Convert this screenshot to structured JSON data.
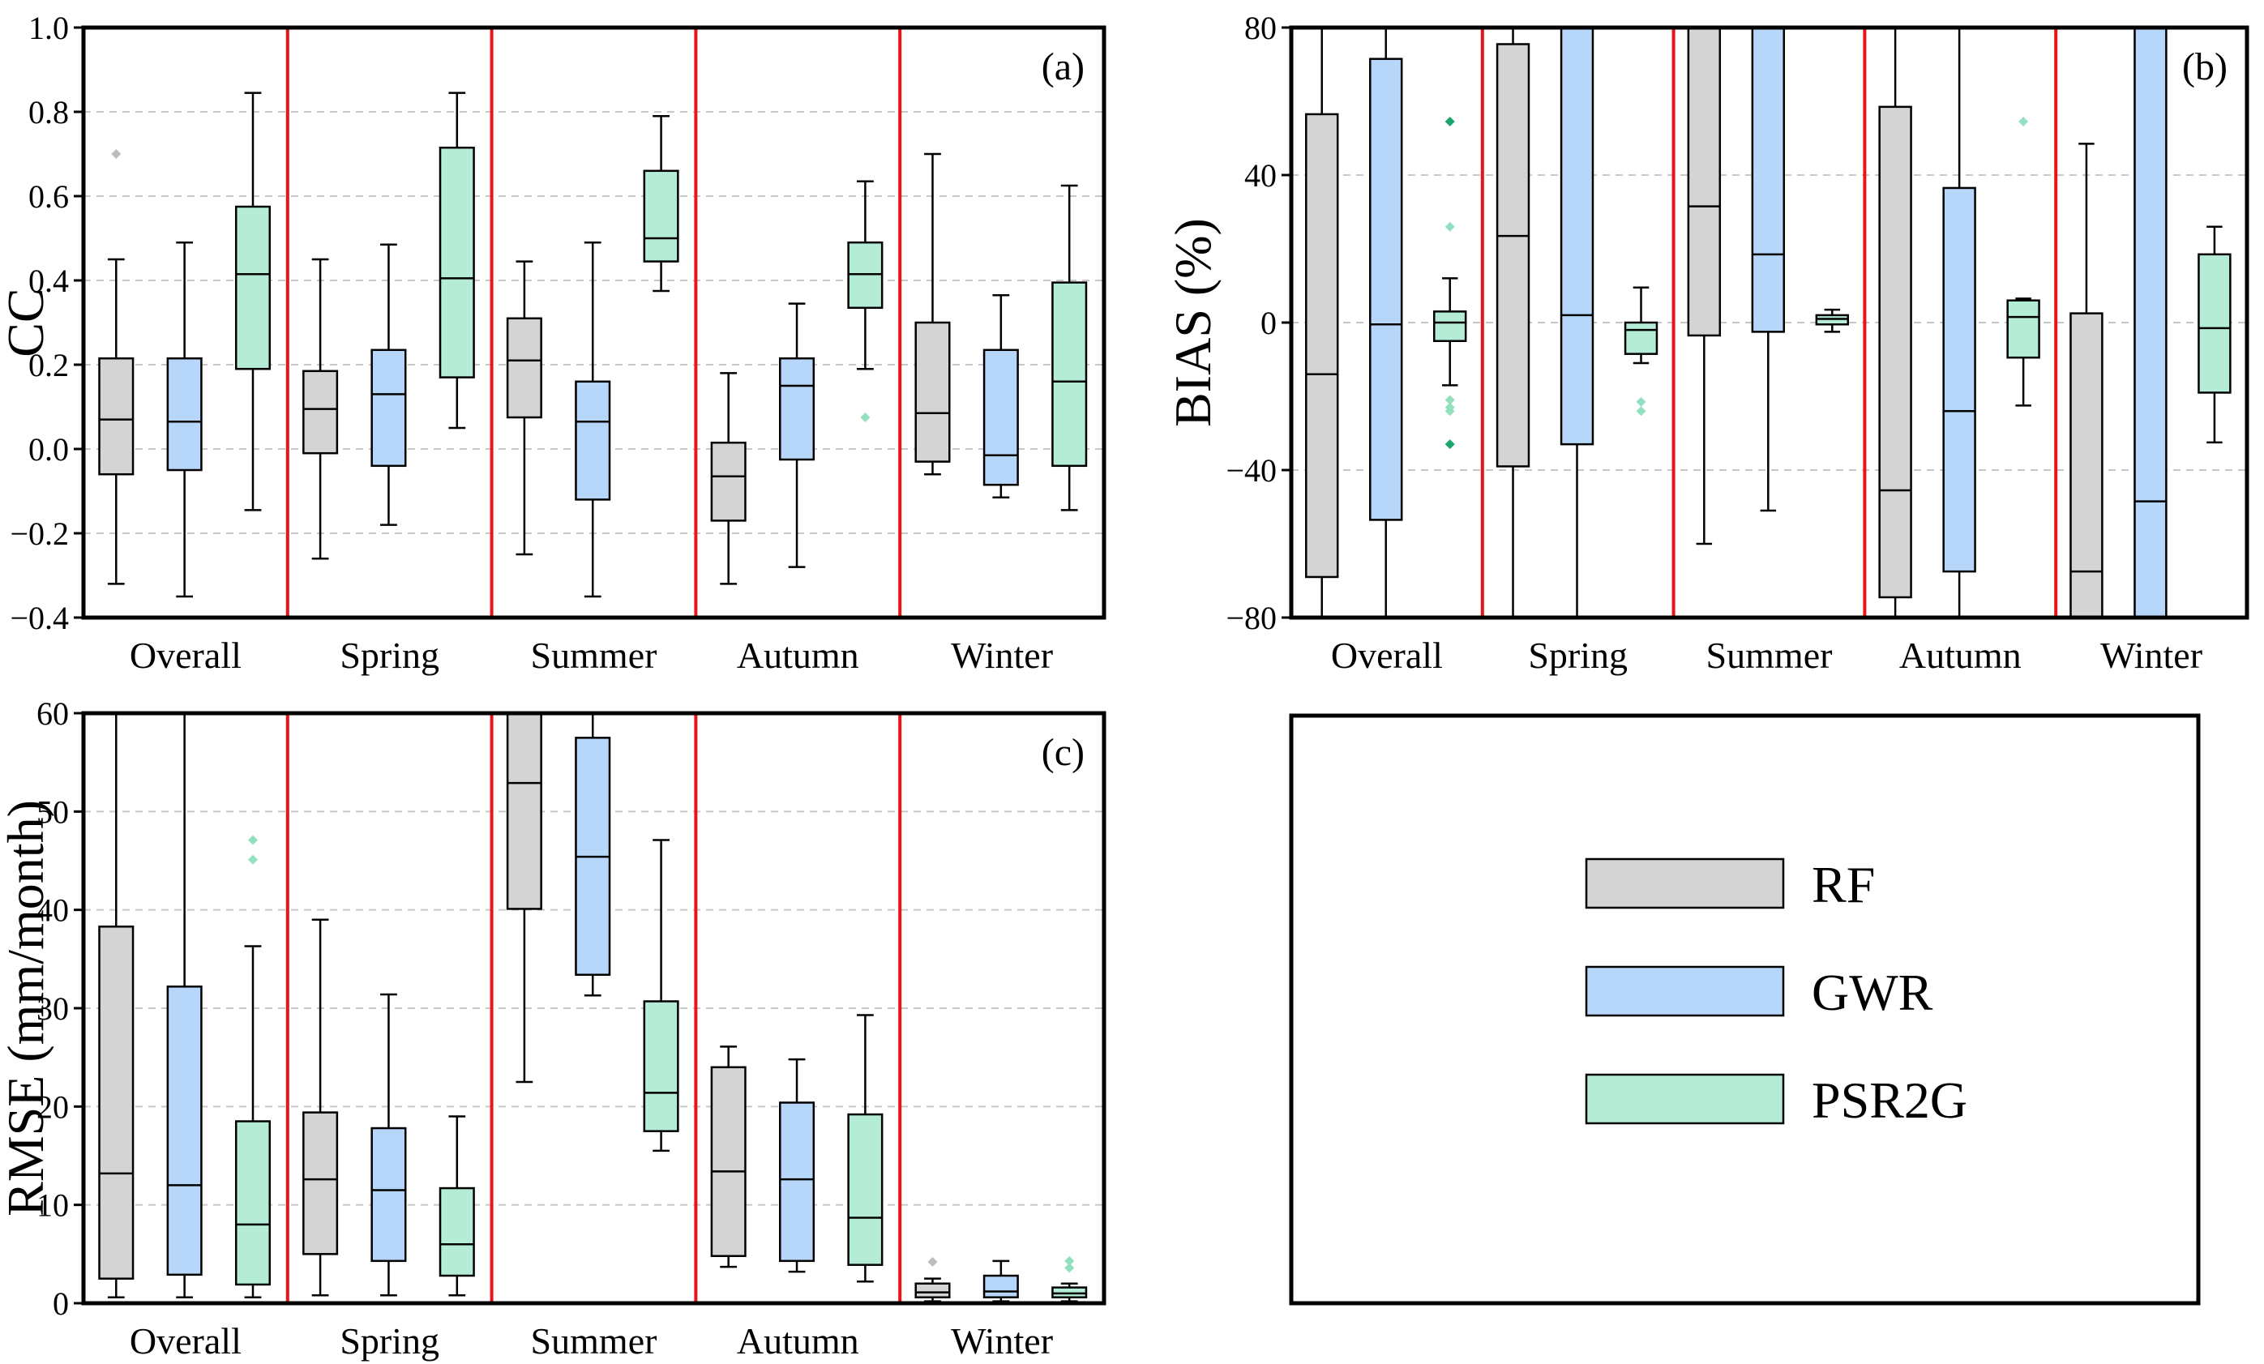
{
  "colors": {
    "RF": "#d4d4d4",
    "GWR": "#b7d7fa",
    "PSR2G": "#b4ecd6",
    "separator": "#e8141a",
    "grid": "#c8c8c8",
    "outlier_RF": "#bdbdbd",
    "outlier_GWR": "#9cc6f2",
    "outlier_PSR2G": "#92e0c0",
    "outlier_PSR2G_dark": "#1aa66a"
  },
  "legend": {
    "items": [
      {
        "key": "RF",
        "label": "RF"
      },
      {
        "key": "GWR",
        "label": "GWR"
      },
      {
        "key": "PSR2G",
        "label": "PSR2G"
      }
    ]
  },
  "chart_data": [
    {
      "id": "a",
      "type": "box",
      "panel_label": "(a)",
      "ylabel": "CC",
      "ylim": [
        -0.4,
        1.0
      ],
      "yticks": [
        -0.4,
        -0.2,
        0.0,
        0.2,
        0.4,
        0.6,
        0.8,
        1.0
      ],
      "ytick_labels": [
        "−0.4",
        "−0.2",
        "0.0",
        "0.2",
        "0.4",
        "0.6",
        "0.8",
        "1.0"
      ],
      "grid": "dashed horizontal",
      "categories": [
        "Overall",
        "Spring",
        "Summer",
        "Autumn",
        "Winter"
      ],
      "series": [
        {
          "name": "RF",
          "boxes": [
            {
              "min": -0.32,
              "q1": -0.06,
              "median": 0.07,
              "q3": 0.215,
              "max": 0.45,
              "outliers": [
                0.7
              ]
            },
            {
              "min": -0.26,
              "q1": -0.01,
              "median": 0.095,
              "q3": 0.185,
              "max": 0.45,
              "outliers": []
            },
            {
              "min": -0.25,
              "q1": 0.075,
              "median": 0.21,
              "q3": 0.31,
              "max": 0.445,
              "outliers": []
            },
            {
              "min": -0.32,
              "q1": -0.17,
              "median": -0.065,
              "q3": 0.015,
              "max": 0.18,
              "outliers": []
            },
            {
              "min": -0.06,
              "q1": -0.03,
              "median": 0.085,
              "q3": 0.3,
              "max": 0.7,
              "outliers": []
            }
          ]
        },
        {
          "name": "GWR",
          "boxes": [
            {
              "min": -0.35,
              "q1": -0.05,
              "median": 0.065,
              "q3": 0.215,
              "max": 0.49,
              "outliers": []
            },
            {
              "min": -0.18,
              "q1": -0.04,
              "median": 0.13,
              "q3": 0.235,
              "max": 0.485,
              "outliers": []
            },
            {
              "min": -0.35,
              "q1": -0.12,
              "median": 0.065,
              "q3": 0.16,
              "max": 0.49,
              "outliers": []
            },
            {
              "min": -0.28,
              "q1": -0.025,
              "median": 0.15,
              "q3": 0.215,
              "max": 0.345,
              "outliers": []
            },
            {
              "min": -0.115,
              "q1": -0.085,
              "median": -0.015,
              "q3": 0.235,
              "max": 0.365,
              "outliers": []
            }
          ]
        },
        {
          "name": "PSR2G",
          "boxes": [
            {
              "min": -0.145,
              "q1": 0.19,
              "median": 0.415,
              "q3": 0.575,
              "max": 0.845,
              "outliers": []
            },
            {
              "min": 0.05,
              "q1": 0.17,
              "median": 0.405,
              "q3": 0.715,
              "max": 0.845,
              "outliers": []
            },
            {
              "min": 0.375,
              "q1": 0.445,
              "median": 0.5,
              "q3": 0.66,
              "max": 0.79,
              "outliers": []
            },
            {
              "min": 0.19,
              "q1": 0.335,
              "median": 0.415,
              "q3": 0.49,
              "max": 0.635,
              "outliers": [
                0.075
              ]
            },
            {
              "min": -0.145,
              "q1": -0.04,
              "median": 0.16,
              "q3": 0.395,
              "max": 0.625,
              "outliers": []
            }
          ]
        }
      ]
    },
    {
      "id": "b",
      "type": "box",
      "panel_label": "(b)",
      "ylabel": "BIAS (%)",
      "ylim": [
        -80,
        80
      ],
      "yticks": [
        -80,
        -40,
        0,
        40,
        80
      ],
      "ytick_labels": [
        "−80",
        "−40",
        "0",
        "40",
        "80"
      ],
      "grid": "dashed horizontal",
      "categories": [
        "Overall",
        "Spring",
        "Summer",
        "Autumn",
        "Winter"
      ],
      "series": [
        {
          "name": "RF",
          "boxes": [
            {
              "min": -80,
              "q1": -69,
              "median": -14,
              "q3": 56.5,
              "max": 80,
              "outliers": []
            },
            {
              "min": -80,
              "q1": -39,
              "median": 23.5,
              "q3": 75.5,
              "max": 80,
              "outliers": []
            },
            {
              "min": -60,
              "q1": -3.5,
              "median": 31.5,
              "q3": 80,
              "max": 80,
              "outliers": []
            },
            {
              "min": -80,
              "q1": -74.5,
              "median": -45.5,
              "q3": 58.5,
              "max": 80,
              "outliers": []
            },
            {
              "min": -80,
              "q1": -80,
              "median": -67.5,
              "q3": 2.5,
              "max": 48.5,
              "outliers": []
            }
          ]
        },
        {
          "name": "GWR",
          "boxes": [
            {
              "min": -80,
              "q1": -53.5,
              "median": -0.5,
              "q3": 71.5,
              "max": 80,
              "outliers": []
            },
            {
              "min": -80,
              "q1": -33,
              "median": 2,
              "q3": 80,
              "max": 80,
              "outliers": []
            },
            {
              "min": -51,
              "q1": -2.5,
              "median": 18.5,
              "q3": 80,
              "max": 80,
              "outliers": []
            },
            {
              "min": -80,
              "q1": -67.5,
              "median": -24,
              "q3": 36.5,
              "max": 80,
              "outliers": []
            },
            {
              "min": -80,
              "q1": -80,
              "median": -48.5,
              "q3": 80,
              "max": 80,
              "outliers": []
            }
          ]
        },
        {
          "name": "PSR2G",
          "boxes": [
            {
              "min": -17,
              "q1": -5,
              "median": 0,
              "q3": 3,
              "max": 12,
              "outliers": [
                54.5,
                26,
                -21,
                -23,
                -24,
                -33
              ]
            },
            {
              "min": -11,
              "q1": -8.5,
              "median": -2,
              "q3": 0,
              "max": 9.5,
              "outliers": [
                -21.5,
                -24
              ]
            },
            {
              "min": -2.5,
              "q1": -0.5,
              "median": 1,
              "q3": 2,
              "max": 3.5,
              "outliers": []
            },
            {
              "min": -22.5,
              "q1": -9.5,
              "median": 1.5,
              "q3": 6,
              "max": 6.5,
              "outliers": [
                54.5
              ]
            },
            {
              "min": -32.5,
              "q1": -19,
              "median": -1.5,
              "q3": 18.5,
              "max": 26,
              "outliers": []
            }
          ]
        }
      ]
    },
    {
      "id": "c",
      "type": "box",
      "panel_label": "(c)",
      "ylabel": "RMSE (mm/month)",
      "ylim": [
        0,
        60
      ],
      "yticks": [
        0,
        10,
        20,
        30,
        40,
        50,
        60
      ],
      "ytick_labels": [
        "0",
        "10",
        "20",
        "30",
        "40",
        "50",
        "60"
      ],
      "grid": "dashed horizontal",
      "categories": [
        "Overall",
        "Spring",
        "Summer",
        "Autumn",
        "Winter"
      ],
      "series": [
        {
          "name": "RF",
          "boxes": [
            {
              "min": 0.6,
              "q1": 2.5,
              "median": 13.2,
              "q3": 38.3,
              "max": 60,
              "outliers": []
            },
            {
              "min": 0.8,
              "q1": 5.0,
              "median": 12.6,
              "q3": 19.4,
              "max": 39.0,
              "outliers": []
            },
            {
              "min": 22.5,
              "q1": 40.1,
              "median": 52.9,
              "q3": 60,
              "max": 60,
              "outliers": []
            },
            {
              "min": 3.7,
              "q1": 4.8,
              "median": 13.4,
              "q3": 24.0,
              "max": 26.1,
              "outliers": []
            },
            {
              "min": 0.2,
              "q1": 0.6,
              "median": 1.1,
              "q3": 2.0,
              "max": 2.5,
              "outliers": [
                4.2
              ]
            }
          ]
        },
        {
          "name": "GWR",
          "boxes": [
            {
              "min": 0.6,
              "q1": 2.9,
              "median": 12.0,
              "q3": 32.2,
              "max": 60,
              "outliers": []
            },
            {
              "min": 0.8,
              "q1": 4.3,
              "median": 11.5,
              "q3": 17.8,
              "max": 31.4,
              "outliers": []
            },
            {
              "min": 31.3,
              "q1": 33.4,
              "median": 45.4,
              "q3": 57.5,
              "max": 60,
              "outliers": []
            },
            {
              "min": 3.2,
              "q1": 4.3,
              "median": 12.6,
              "q3": 20.4,
              "max": 24.8,
              "outliers": []
            },
            {
              "min": 0.2,
              "q1": 0.6,
              "median": 1.2,
              "q3": 2.8,
              "max": 4.3,
              "outliers": []
            }
          ]
        },
        {
          "name": "PSR2G",
          "boxes": [
            {
              "min": 0.6,
              "q1": 1.9,
              "median": 8.0,
              "q3": 18.5,
              "max": 36.3,
              "outliers": [
                47.1,
                45.1
              ]
            },
            {
              "min": 0.8,
              "q1": 2.8,
              "median": 6.0,
              "q3": 11.7,
              "max": 19.0,
              "outliers": []
            },
            {
              "min": 15.5,
              "q1": 17.5,
              "median": 21.4,
              "q3": 30.7,
              "max": 47.1,
              "outliers": []
            },
            {
              "min": 2.2,
              "q1": 3.9,
              "median": 8.7,
              "q3": 19.2,
              "max": 29.3,
              "outliers": []
            },
            {
              "min": 0.2,
              "q1": 0.6,
              "median": 1.0,
              "q3": 1.6,
              "max": 2.0,
              "outliers": [
                4.3,
                3.6
              ]
            }
          ]
        }
      ]
    }
  ]
}
